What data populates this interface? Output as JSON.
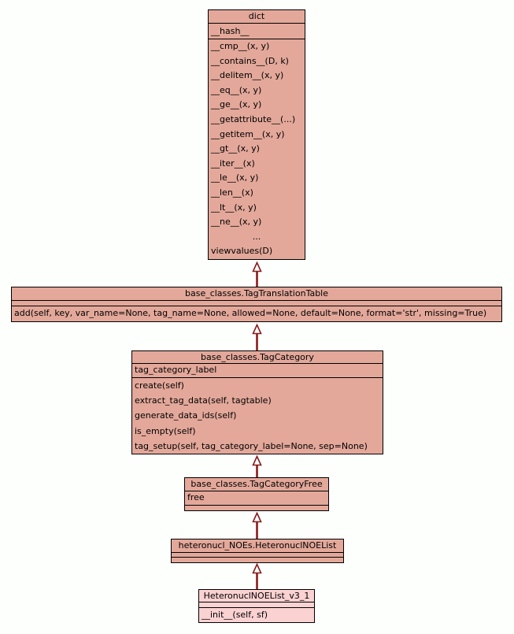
{
  "diagram": {
    "type": "uml-class-inheritance-diagram",
    "colors": {
      "background": "#fdfffd",
      "class_fill": "#e3a89a",
      "highlighted_class_fill": "#fbd2d2",
      "border": "#000000",
      "arrow": "#8b1a1a"
    },
    "classes": [
      {
        "title": "dict",
        "attributes": [
          "__hash__"
        ],
        "methods": [
          "__cmp__(x, y)",
          "__contains__(D, k)",
          "__delitem__(x, y)",
          "__eq__(x, y)",
          "__ge__(x, y)",
          "__getattribute__(...)",
          "__getitem__(x, y)",
          "__gt__(x, y)",
          "__iter__(x)",
          "__le__(x, y)",
          "__len__(x)",
          "__lt__(x, y)",
          "__ne__(x, y)",
          "...",
          "viewvalues(D)"
        ]
      },
      {
        "title": "base_classes.TagTranslationTable",
        "attributes": [],
        "methods": [
          "add(self, key, var_name=None, tag_name=None, allowed=None, default=None, format='str', missing=True)"
        ]
      },
      {
        "title": "base_classes.TagCategory",
        "attributes": [
          "tag_category_label"
        ],
        "methods": [
          "create(self)",
          "extract_tag_data(self, tagtable)",
          "generate_data_ids(self)",
          "is_empty(self)",
          "tag_setup(self, tag_category_label=None, sep=None)"
        ]
      },
      {
        "title": "base_classes.TagCategoryFree",
        "attributes": [
          "free"
        ],
        "methods": []
      },
      {
        "title": "heteronucl_NOEs.HeteronuclNOEList",
        "attributes": [],
        "methods": []
      },
      {
        "title": "HeteronuclNOEList_v3_1",
        "attributes": [],
        "methods": [
          "__init__(self, sf)"
        ],
        "highlighted": true
      }
    ],
    "relations": [
      {
        "type": "inheritance",
        "from": "base_classes.TagTranslationTable",
        "to": "dict"
      },
      {
        "type": "inheritance",
        "from": "base_classes.TagCategory",
        "to": "base_classes.TagTranslationTable"
      },
      {
        "type": "inheritance",
        "from": "base_classes.TagCategoryFree",
        "to": "base_classes.TagCategory"
      },
      {
        "type": "inheritance",
        "from": "heteronucl_NOEs.HeteronuclNOEList",
        "to": "base_classes.TagCategoryFree"
      },
      {
        "type": "inheritance",
        "from": "HeteronuclNOEList_v3_1",
        "to": "heteronucl_NOEs.HeteronuclNOEList"
      }
    ]
  }
}
